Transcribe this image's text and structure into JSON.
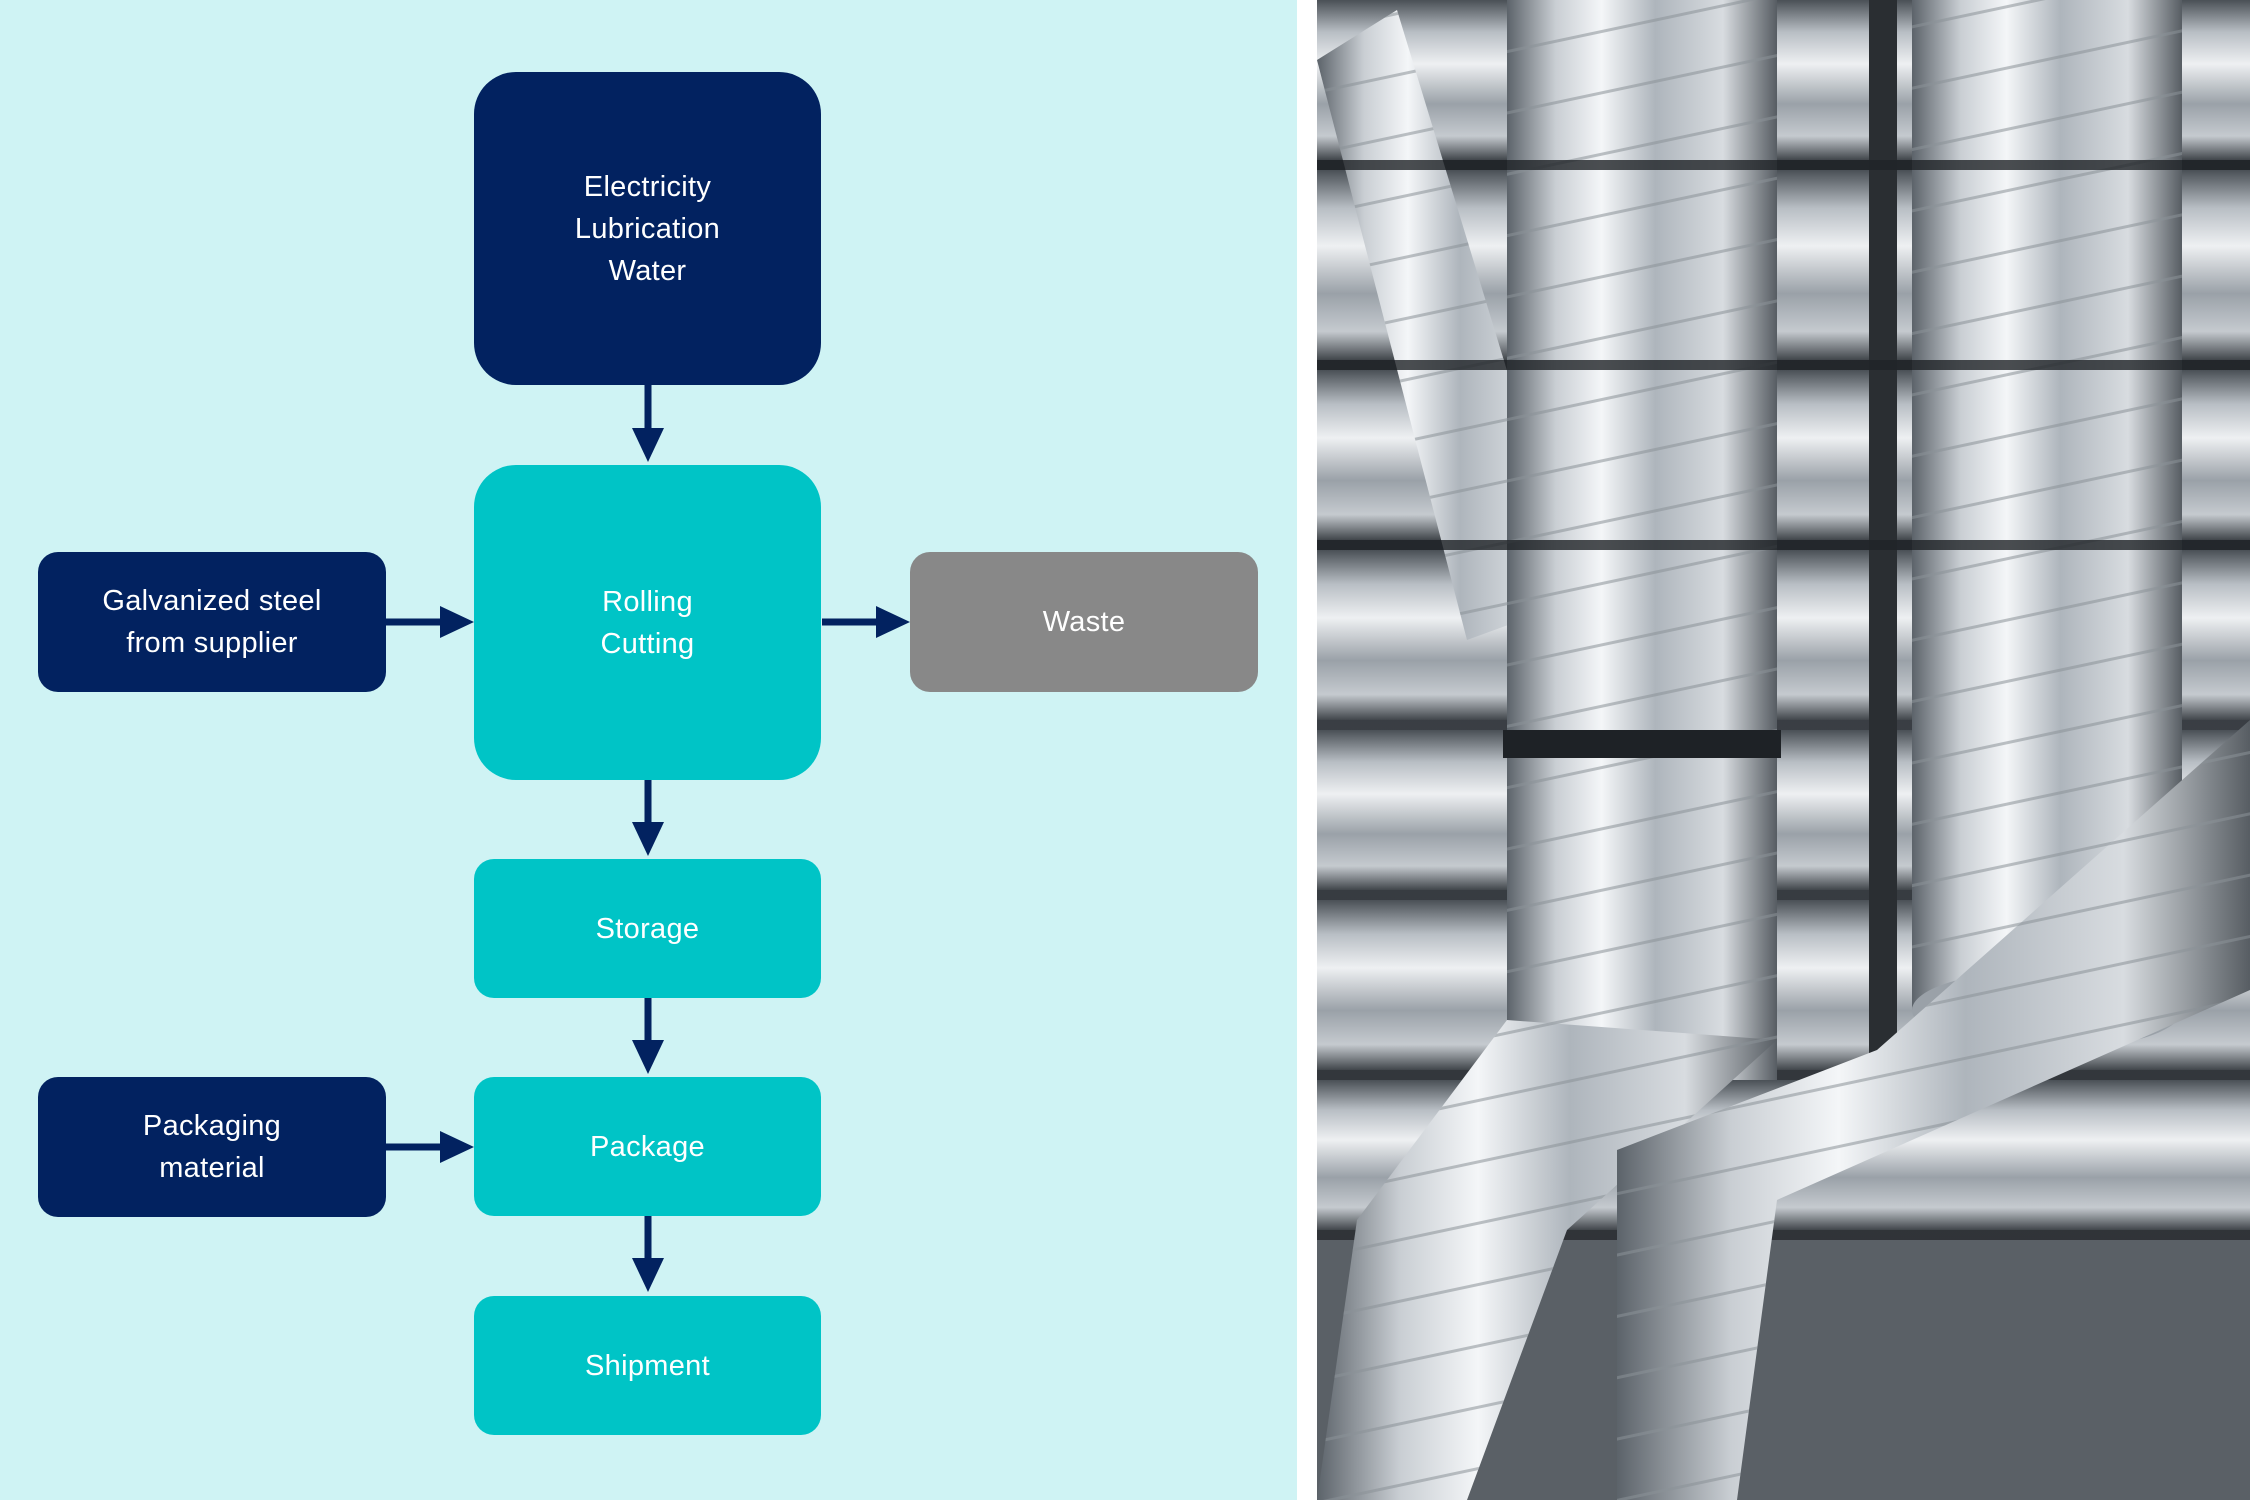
{
  "diagram": {
    "nodes": {
      "inputs": "Electricity\nLubrication\nWater",
      "process": "Rolling\nCutting",
      "raw_material": "Galvanized steel\nfrom supplier",
      "waste": "Waste",
      "storage": "Storage",
      "packaging_material": "Packaging\nmaterial",
      "package": "Package",
      "shipment": "Shipment"
    },
    "edges": [
      {
        "from": "inputs",
        "to": "process"
      },
      {
        "from": "raw_material",
        "to": "process"
      },
      {
        "from": "process",
        "to": "waste"
      },
      {
        "from": "process",
        "to": "storage"
      },
      {
        "from": "storage",
        "to": "package"
      },
      {
        "from": "packaging_material",
        "to": "package"
      },
      {
        "from": "package",
        "to": "shipment"
      }
    ]
  },
  "colors": {
    "panel_background": "#cff3f4",
    "input_box": "#022260",
    "process_box": "#00c4c6",
    "waste_box": "#888888",
    "arrow": "#022260"
  },
  "photo": {
    "subject": "galvanized spiral ventilation ducts"
  }
}
